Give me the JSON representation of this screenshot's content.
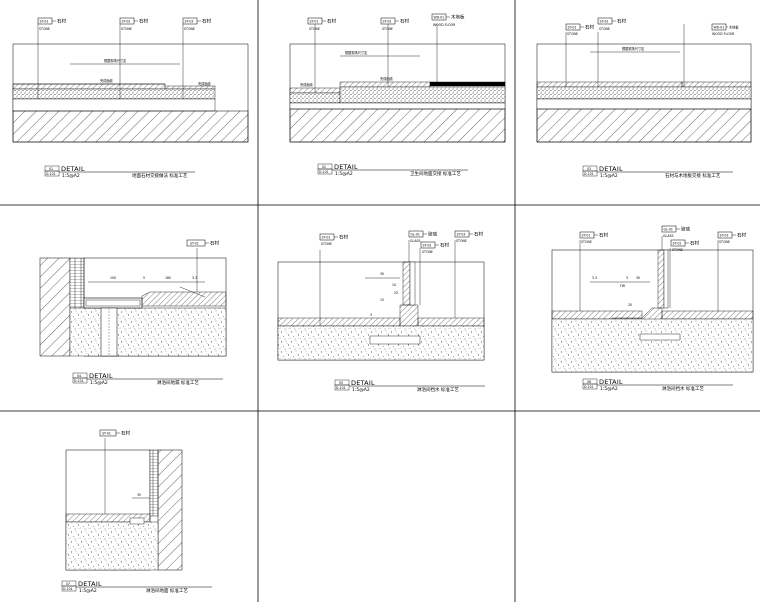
{
  "sheet": {
    "background": "#ffffff",
    "line_color": "#000000"
  },
  "panels": [
    {
      "id": "p1",
      "tags": [
        {
          "code": "ST-01",
          "text": "石材",
          "sub": "STONE"
        },
        {
          "code": "ST-02",
          "text": "石材",
          "sub": "STONE"
        },
        {
          "code": "ST-03",
          "text": "石材",
          "sub": "STONE"
        }
      ],
      "notes": [
        "根据现场尺寸定",
        "完成面线",
        "完成面线"
      ],
      "dims": [],
      "detail": {
        "num": "01",
        "ref": "D-101",
        "word": "DETAIL",
        "scale": "1:5@A2",
        "caption": "地面石材交接做法 标准工艺"
      }
    },
    {
      "id": "p2",
      "tags": [
        {
          "code": "ST-01",
          "text": "石材",
          "sub": "STONE"
        },
        {
          "code": "ST-02",
          "text": "石材",
          "sub": "STONE"
        },
        {
          "code": "WD-01",
          "text": "木地板",
          "sub": "WOOD FLOOR"
        }
      ],
      "notes": [
        "根据现场尺寸定",
        "完成面线",
        "完成面线"
      ],
      "dims": [],
      "detail": {
        "num": "02",
        "ref": "D-101",
        "word": "DETAIL",
        "scale": "1:5@A2",
        "caption": "卫生间地面交接 标准工艺"
      }
    },
    {
      "id": "p3",
      "tags": [
        {
          "code": "ST-01",
          "text": "石材",
          "sub": "STONE"
        },
        {
          "code": "ST-02",
          "text": "石材",
          "sub": "STONE"
        },
        {
          "code": "WD-01",
          "text": "木地板",
          "sub": "WOOD FLOOR"
        }
      ],
      "notes": [
        "根据现场尺寸定"
      ],
      "dims": [],
      "detail": {
        "num": "03",
        "ref": "D-101",
        "word": "DETAIL",
        "scale": "1:5@A2",
        "caption": "石材与木地板交接 标准工艺"
      }
    },
    {
      "id": "p4",
      "tags": [
        {
          "code": "ST-01",
          "text": "石材",
          "sub": ""
        }
      ],
      "notes": [],
      "dims": [
        "100",
        "5",
        "180",
        "3.3"
      ],
      "detail": {
        "num": "04",
        "ref": "D-101",
        "word": "DETAIL",
        "scale": "1:5@A2",
        "caption": "淋浴间地漏 标准工艺"
      }
    },
    {
      "id": "p5",
      "tags": [
        {
          "code": "ST-01",
          "text": "石材",
          "sub": "STONE"
        },
        {
          "code": "GL-01",
          "text": "玻璃",
          "sub": "GLASS"
        },
        {
          "code": "ST-02",
          "text": "石材",
          "sub": "STONE"
        },
        {
          "code": "ST-03",
          "text": "石材",
          "sub": "STONE"
        }
      ],
      "notes": [],
      "dims": [
        "30",
        "10",
        "25",
        "15",
        "3"
      ],
      "detail": {
        "num": "05",
        "ref": "D-101",
        "word": "DETAIL",
        "scale": "1:5@A2",
        "caption": "淋浴间挡水 标准工艺"
      }
    },
    {
      "id": "p6",
      "tags": [
        {
          "code": "ST-01",
          "text": "石材",
          "sub": "STONE"
        },
        {
          "code": "GL-01",
          "text": "玻璃",
          "sub": "GLASS"
        },
        {
          "code": "ST-02",
          "text": "石材",
          "sub": "STONE"
        },
        {
          "code": "ST-03",
          "text": "石材",
          "sub": "STONE"
        }
      ],
      "notes": [],
      "dims": [
        "3.3",
        "3",
        "30",
        "FW",
        "20"
      ],
      "detail": {
        "num": "06",
        "ref": "D-101",
        "word": "DETAIL",
        "scale": "1:5@A2",
        "caption": "淋浴间挡水 标准工艺"
      }
    },
    {
      "id": "p7",
      "tags": [
        {
          "code": "ST-01",
          "text": "石材",
          "sub": ""
        }
      ],
      "notes": [],
      "dims": [
        "30"
      ],
      "detail": {
        "num": "07",
        "ref": "D-101",
        "word": "DETAIL",
        "scale": "1:5@A2",
        "caption": "淋浴间地面 标准工艺"
      }
    }
  ]
}
